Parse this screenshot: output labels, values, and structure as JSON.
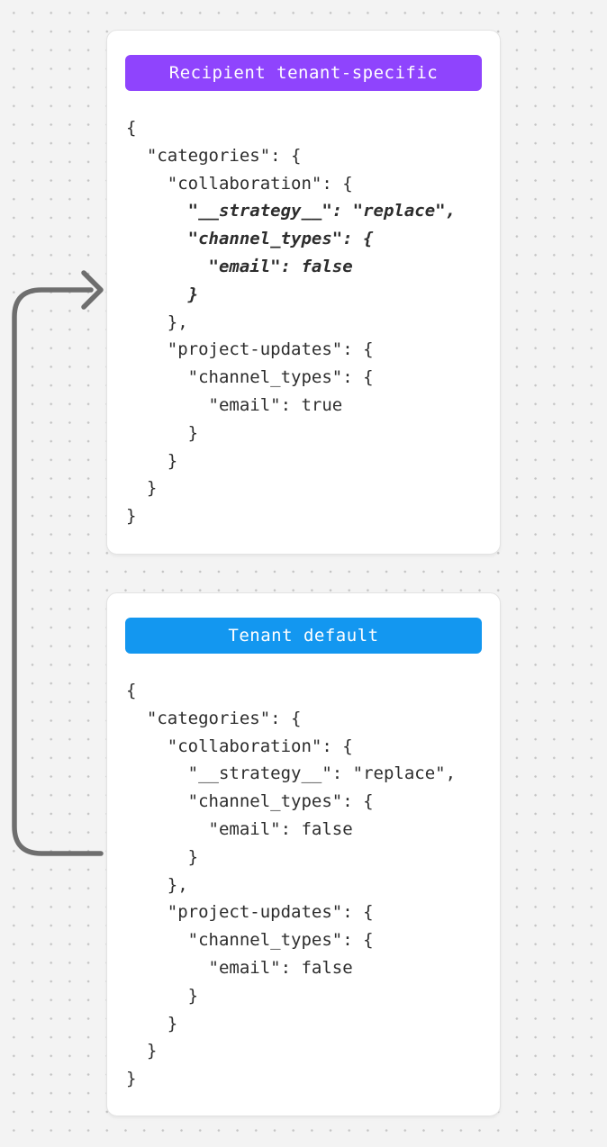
{
  "page": {
    "background_color": "#f3f3f3",
    "dot_color": "#c4c4c4"
  },
  "arrow": {
    "color": "#6e6e6e"
  },
  "cards": [
    {
      "id": "recipient-tenant-specific",
      "badge": {
        "label": "Recipient tenant-specific",
        "bg": "#8f44fd",
        "text_color": "#ffffff"
      },
      "code_lines": [
        {
          "text": "{"
        },
        {
          "text": "  \"categories\": {"
        },
        {
          "text": "    \"collaboration\": {"
        },
        {
          "text": "      \"__strategy__\": \"replace\",",
          "em": true
        },
        {
          "text": "      \"channel_types\": {",
          "em": true
        },
        {
          "text": "        \"email\": false",
          "em": true
        },
        {
          "text": "      }",
          "em": true
        },
        {
          "text": "    },"
        },
        {
          "text": "    \"project-updates\": {"
        },
        {
          "text": "      \"channel_types\": {"
        },
        {
          "text": "        \"email\": true"
        },
        {
          "text": "      }"
        },
        {
          "text": "    }"
        },
        {
          "text": "  }"
        },
        {
          "text": "}"
        }
      ]
    },
    {
      "id": "tenant-default",
      "badge": {
        "label": "Tenant default",
        "bg": "#1397f0",
        "text_color": "#ffffff"
      },
      "code_lines": [
        {
          "text": "{"
        },
        {
          "text": "  \"categories\": {"
        },
        {
          "text": "    \"collaboration\": {"
        },
        {
          "text": "      \"__strategy__\": \"replace\","
        },
        {
          "text": "      \"channel_types\": {"
        },
        {
          "text": "        \"email\": false"
        },
        {
          "text": "      }"
        },
        {
          "text": "    },"
        },
        {
          "text": "    \"project-updates\": {"
        },
        {
          "text": "      \"channel_types\": {"
        },
        {
          "text": "        \"email\": false"
        },
        {
          "text": "      }"
        },
        {
          "text": "    }"
        },
        {
          "text": "  }"
        },
        {
          "text": "}"
        }
      ]
    }
  ]
}
